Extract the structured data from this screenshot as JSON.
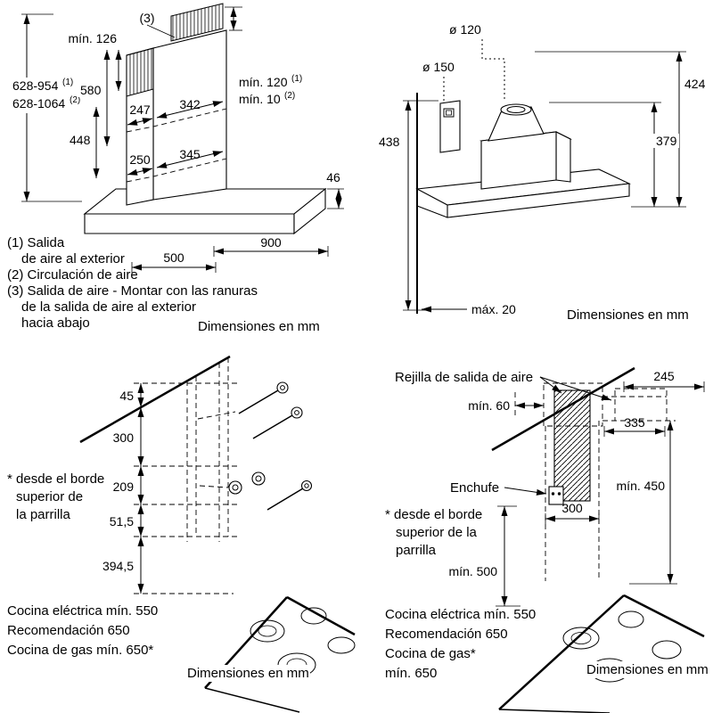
{
  "panel_front": {
    "dims": {
      "note3_ref": "(3)",
      "min_top": "mín. 126",
      "height_ext": "628-954",
      "height_ext_sup": "(1)",
      "height_recirc": "628-1064",
      "height_recirc_sup": "(2)",
      "upper_section": "580",
      "lower_section": "448",
      "duct_depth_top": "247",
      "duct_width_top": "342",
      "min_ext": "mín. 120",
      "min_ext_sup": "(1)",
      "min_recirc": "mín. 10",
      "min_recirc_sup": "(2)",
      "duct_depth_bottom": "250",
      "duct_width_bottom": "345",
      "edge_height": "46",
      "hood_width": "900",
      "hood_depth": "500"
    },
    "notes": {
      "line1": "(1) Salida",
      "line2": "de aire al exterior",
      "line3": "(2) Circulación de aire",
      "line4": "(3) Salida de aire - Montar con las ranuras",
      "line5": "de la salida de aire al exterior",
      "line6": "hacia abajo"
    },
    "caption": "Dimensiones en mm"
  },
  "panel_side": {
    "dims": {
      "duct_inner": "ø 120",
      "duct_outer": "ø 150",
      "height_total": "424",
      "height_duct": "379",
      "height_body": "438",
      "wall_gap": "máx. 20"
    },
    "caption": "Dimensiones en mm"
  },
  "panel_template": {
    "dims": {
      "d1": "45",
      "d2": "300",
      "d3": "209",
      "d4": "51,5",
      "d5": "394,5"
    },
    "footnote": {
      "line1": "* desde el borde",
      "line2": "superior de",
      "line3": "la parrilla"
    },
    "clearances": {
      "line1": "Cocina eléctrica mín. 550",
      "line2": "Recomendación 650",
      "line3": "Cocina de gas mín. 650*"
    },
    "caption": "Dimensiones en mm"
  },
  "panel_outlet": {
    "labels": {
      "grille": "Rejilla de salida de aire",
      "socket": "Enchufe"
    },
    "dims": {
      "d245": "245",
      "min60": "mín. 60",
      "d335": "335",
      "d300": "300",
      "min450": "mín. 450",
      "min500": "mín. 500"
    },
    "footnote": {
      "line1": "* desde el borde",
      "line2": "superior de la",
      "line3": "parrilla"
    },
    "clearances": {
      "line1": "Cocina eléctrica mín. 550",
      "line2": "Recomendación 650",
      "line3": "Cocina de gas*",
      "line4": "mín. 650"
    },
    "caption": "Dimensiones en mm"
  }
}
